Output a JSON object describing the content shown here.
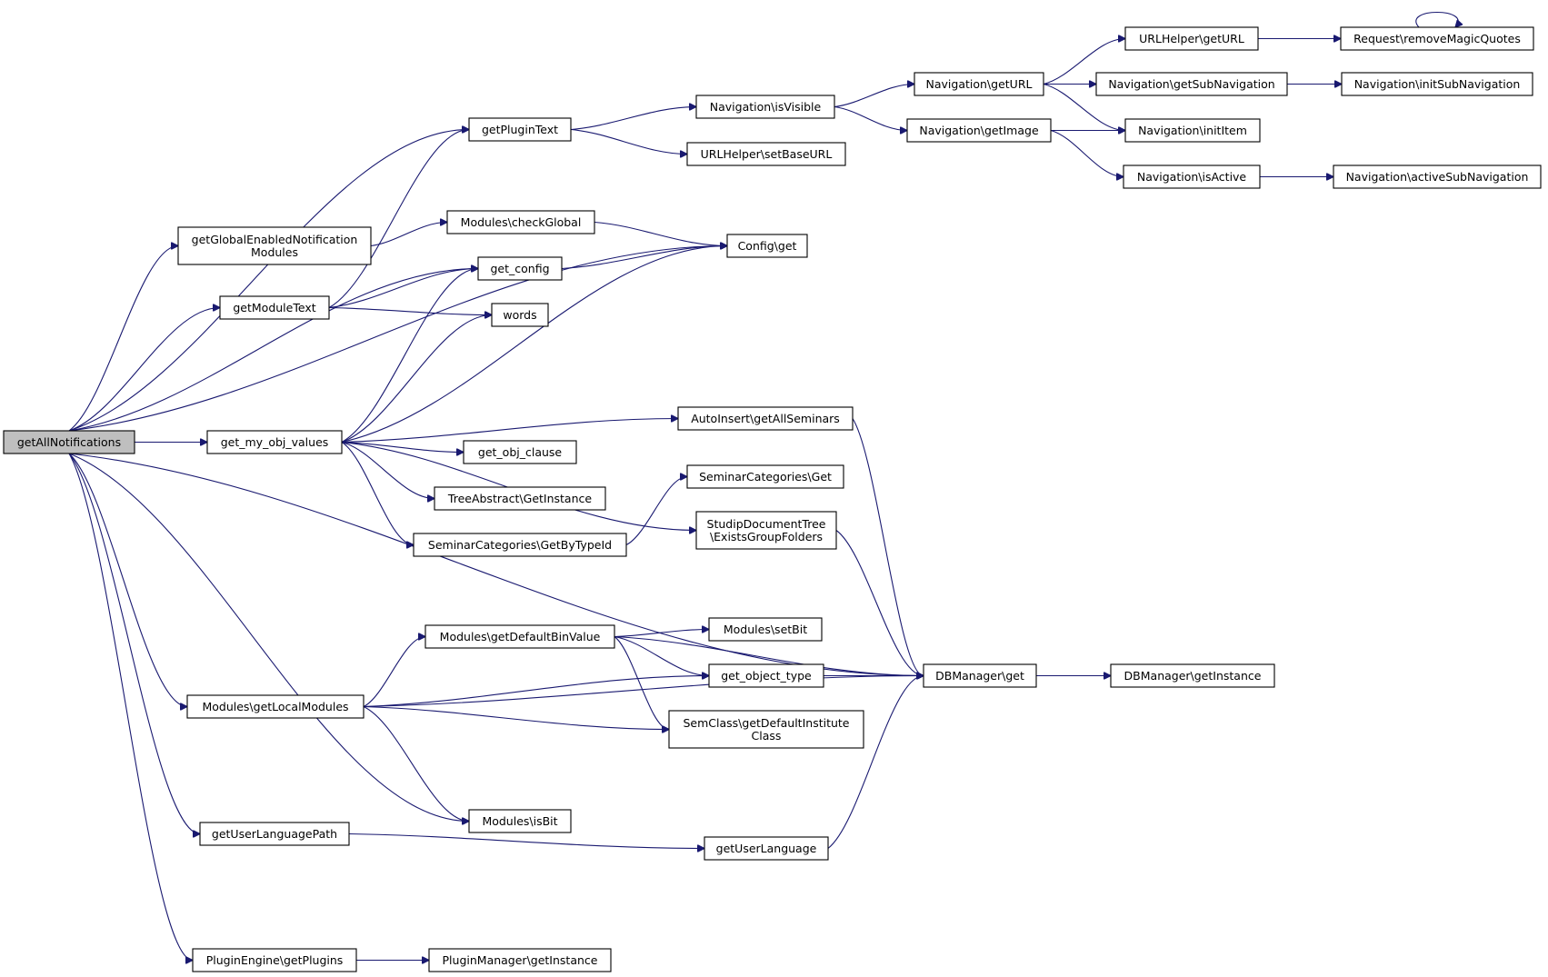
{
  "graph": {
    "edge_color": "#191970",
    "root_fill": "#bfbfbf",
    "nodes": {
      "getAllNotifications": [
        "getAllNotifications"
      ],
      "getPluginText": [
        "getPluginText"
      ],
      "getGlobalEnabledNotificationModules": [
        "getGlobalEnabledNotification",
        "Modules"
      ],
      "getModuleText": [
        "getModuleText"
      ],
      "get_my_obj_values": [
        "get_my_obj_values"
      ],
      "Modules_getLocalModules": [
        "Modules\\getLocalModules"
      ],
      "getUserLanguagePath": [
        "getUserLanguagePath"
      ],
      "PluginEngine_getPlugins": [
        "PluginEngine\\getPlugins"
      ],
      "Modules_checkGlobal": [
        "Modules\\checkGlobal"
      ],
      "get_config": [
        "get_config"
      ],
      "words": [
        "words"
      ],
      "get_obj_clause": [
        "get_obj_clause"
      ],
      "TreeAbstract_GetInstance": [
        "TreeAbstract\\GetInstance"
      ],
      "SeminarCategories_GetByTypeId": [
        "SeminarCategories\\GetByTypeId"
      ],
      "Modules_getDefaultBinValue": [
        "Modules\\getDefaultBinValue"
      ],
      "Modules_isBit": [
        "Modules\\isBit"
      ],
      "PluginManager_getInstance": [
        "PluginManager\\getInstance"
      ],
      "Navigation_isVisible": [
        "Navigation\\isVisible"
      ],
      "URLHelper_setBaseURL": [
        "URLHelper\\setBaseURL"
      ],
      "Config_get": [
        "Config\\get"
      ],
      "AutoInsert_getAllSeminars": [
        "AutoInsert\\getAllSeminars"
      ],
      "SeminarCategories_Get": [
        "SeminarCategories\\Get"
      ],
      "StudipDocumentTree_ExistsGroupFolders": [
        "StudipDocumentTree",
        "\\ExistsGroupFolders"
      ],
      "Modules_setBit": [
        "Modules\\setBit"
      ],
      "get_object_type": [
        "get_object_type"
      ],
      "SemClass_getDefaultInstituteClass": [
        "SemClass\\getDefaultInstitute",
        "Class"
      ],
      "getUserLanguage": [
        "getUserLanguage"
      ],
      "Navigation_getURL": [
        "Navigation\\getURL"
      ],
      "Navigation_getImage": [
        "Navigation\\getImage"
      ],
      "DBManager_get": [
        "DBManager\\get"
      ],
      "URLHelper_getURL": [
        "URLHelper\\getURL"
      ],
      "Navigation_getSubNavigation": [
        "Navigation\\getSubNavigation"
      ],
      "Navigation_initItem": [
        "Navigation\\initItem"
      ],
      "Navigation_isActive": [
        "Navigation\\isActive"
      ],
      "DBManager_getInstance": [
        "DBManager\\getInstance"
      ],
      "Request_removeMagicQuotes": [
        "Request\\removeMagicQuotes"
      ],
      "Navigation_initSubNavigation": [
        "Navigation\\initSubNavigation"
      ],
      "Navigation_activeSubNavigation": [
        "Navigation\\activeSubNavigation"
      ]
    },
    "edges": [
      [
        "getAllNotifications",
        "getPluginText"
      ],
      [
        "getAllNotifications",
        "Config_get"
      ],
      [
        "getAllNotifications",
        "getGlobalEnabledNotificationModules"
      ],
      [
        "getAllNotifications",
        "getModuleText"
      ],
      [
        "getAllNotifications",
        "get_config"
      ],
      [
        "getAllNotifications",
        "get_my_obj_values"
      ],
      [
        "getAllNotifications",
        "Modules_getLocalModules"
      ],
      [
        "getAllNotifications",
        "Modules_isBit"
      ],
      [
        "getAllNotifications",
        "getUserLanguagePath"
      ],
      [
        "getAllNotifications",
        "DBManager_get"
      ],
      [
        "getAllNotifications",
        "PluginEngine_getPlugins"
      ],
      [
        "getPluginText",
        "Navigation_isVisible"
      ],
      [
        "getPluginText",
        "URLHelper_setBaseURL"
      ],
      [
        "getGlobalEnabledNotificationModules",
        "Modules_checkGlobal"
      ],
      [
        "Modules_checkGlobal",
        "Config_get"
      ],
      [
        "getModuleText",
        "getPluginText"
      ],
      [
        "getModuleText",
        "get_config"
      ],
      [
        "getModuleText",
        "words"
      ],
      [
        "get_config",
        "Config_get"
      ],
      [
        "get_my_obj_values",
        "get_config"
      ],
      [
        "get_my_obj_values",
        "words"
      ],
      [
        "get_my_obj_values",
        "Config_get"
      ],
      [
        "get_my_obj_values",
        "AutoInsert_getAllSeminars"
      ],
      [
        "get_my_obj_values",
        "get_obj_clause"
      ],
      [
        "get_my_obj_values",
        "TreeAbstract_GetInstance"
      ],
      [
        "get_my_obj_values",
        "SeminarCategories_GetByTypeId"
      ],
      [
        "get_my_obj_values",
        "StudipDocumentTree_ExistsGroupFolders"
      ],
      [
        "SeminarCategories_GetByTypeId",
        "SeminarCategories_Get"
      ],
      [
        "AutoInsert_getAllSeminars",
        "DBManager_get"
      ],
      [
        "StudipDocumentTree_ExistsGroupFolders",
        "DBManager_get"
      ],
      [
        "Modules_getLocalModules",
        "Modules_getDefaultBinValue"
      ],
      [
        "Modules_getLocalModules",
        "get_object_type"
      ],
      [
        "Modules_getLocalModules",
        "SemClass_getDefaultInstituteClass"
      ],
      [
        "Modules_getLocalModules",
        "DBManager_get"
      ],
      [
        "Modules_getLocalModules",
        "Modules_isBit"
      ],
      [
        "Modules_getDefaultBinValue",
        "DBManager_get"
      ],
      [
        "Modules_getDefaultBinValue",
        "Modules_setBit"
      ],
      [
        "Modules_getDefaultBinValue",
        "get_object_type"
      ],
      [
        "Modules_getDefaultBinValue",
        "SemClass_getDefaultInstituteClass"
      ],
      [
        "get_object_type",
        "DBManager_get"
      ],
      [
        "getUserLanguagePath",
        "getUserLanguage"
      ],
      [
        "getUserLanguage",
        "DBManager_get"
      ],
      [
        "DBManager_get",
        "DBManager_getInstance"
      ],
      [
        "PluginEngine_getPlugins",
        "PluginManager_getInstance"
      ],
      [
        "Navigation_isVisible",
        "Navigation_getURL"
      ],
      [
        "Navigation_isVisible",
        "Navigation_getImage"
      ],
      [
        "Navigation_getURL",
        "URLHelper_getURL"
      ],
      [
        "Navigation_getURL",
        "Navigation_getSubNavigation"
      ],
      [
        "Navigation_getURL",
        "Navigation_initItem"
      ],
      [
        "Navigation_getImage",
        "Navigation_initItem"
      ],
      [
        "Navigation_getImage",
        "Navigation_isActive"
      ],
      [
        "URLHelper_getURL",
        "Request_removeMagicQuotes"
      ],
      [
        "Request_removeMagicQuotes",
        "Request_removeMagicQuotes"
      ],
      [
        "Navigation_getSubNavigation",
        "Navigation_initSubNavigation"
      ],
      [
        "Navigation_isActive",
        "Navigation_activeSubNavigation"
      ]
    ]
  }
}
